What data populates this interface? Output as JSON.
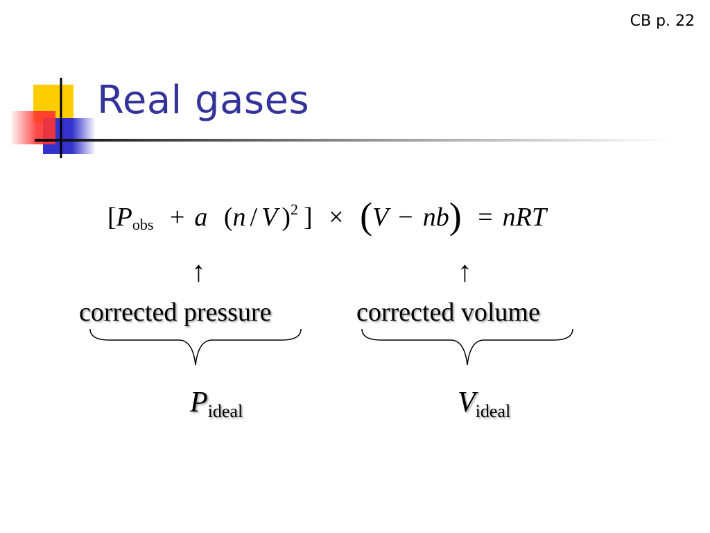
{
  "header": {
    "page_ref": "CB p. 22"
  },
  "slide": {
    "title": "Real gases"
  },
  "logo": {
    "colors": {
      "yellow": "#FFCC00",
      "red": "#FF3333",
      "blue": "#3333CC"
    }
  },
  "equation": {
    "open_bracket": "[",
    "P": "P",
    "P_sub": "obs",
    "plus": "+",
    "a": "a",
    "lparen": "(",
    "n": "n",
    "slash": "/",
    "V": "V",
    "rparen": ")",
    "exponent": "2",
    "close_bracket": "]",
    "times": "×",
    "big_lparen": "(",
    "V2": "V",
    "minus": "−",
    "nb": "nb",
    "big_rparen": ")",
    "equals": "=",
    "rhs": "nRT"
  },
  "annotations": {
    "arrow_symbol": "↑",
    "pressure_label": "corrected pressure",
    "volume_label": "corrected volume",
    "P_ideal": {
      "symbol": "P",
      "sub": "ideal"
    },
    "V_ideal": {
      "symbol": "V",
      "sub": "ideal"
    }
  }
}
